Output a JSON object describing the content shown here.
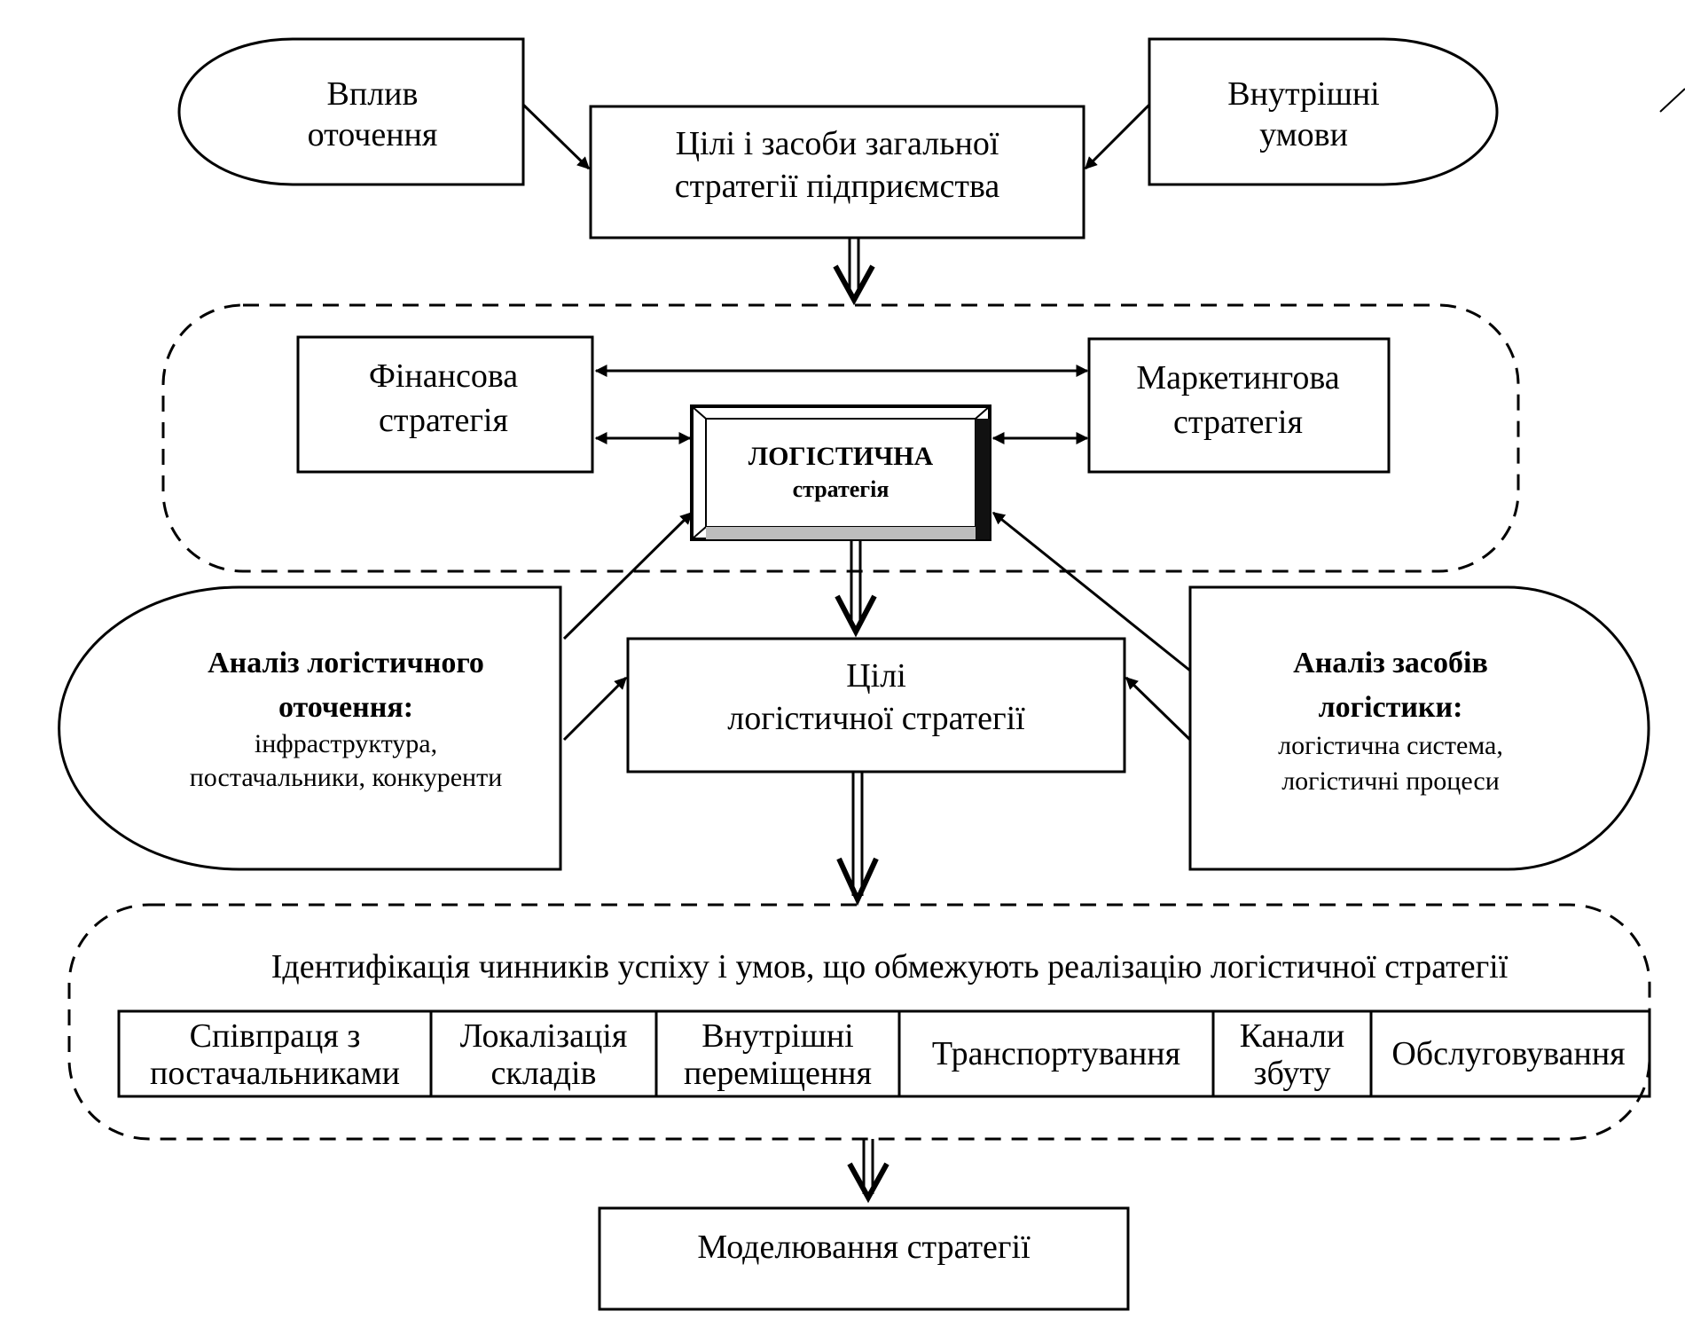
{
  "top": {
    "environment_influence": [
      "Вплив",
      "оточення"
    ],
    "internal_conditions": [
      "Внутрішні",
      "умови"
    ],
    "general_strategy": [
      "Цілі і засоби загальної",
      "стратегії  підприємства"
    ]
  },
  "strategies": {
    "financial": [
      "Фінансова",
      "стратегія"
    ],
    "marketing": [
      "Маркетингова",
      "стратегія"
    ],
    "logistic": [
      "ЛОГІСТИЧНА",
      "стратегія"
    ]
  },
  "analysis": {
    "environment": {
      "title": [
        "Аналіз логістичного",
        "оточення:"
      ],
      "details": [
        "інфраструктура,",
        "постачальники, конкуренти"
      ]
    },
    "means": {
      "title": [
        "Аналіз засобів",
        "логістики:"
      ],
      "details": [
        "логістична система,",
        "логістичні процеси"
      ]
    }
  },
  "goals": [
    "Цілі",
    "логістичної стратегії"
  ],
  "identification": {
    "title": "Ідентифікація чинників успіху і умов, що обмежують реалізацію логістичної стратегії",
    "factors": [
      [
        "Співпраця з",
        "постачальниками"
      ],
      [
        "Локалізація",
        "складів"
      ],
      [
        "Внутрішні",
        "переміщення"
      ],
      [
        "Транспортування"
      ],
      [
        "Канали",
        "збуту"
      ],
      [
        "Обслуговування"
      ]
    ]
  },
  "modeling": "Моделювання стратегії"
}
